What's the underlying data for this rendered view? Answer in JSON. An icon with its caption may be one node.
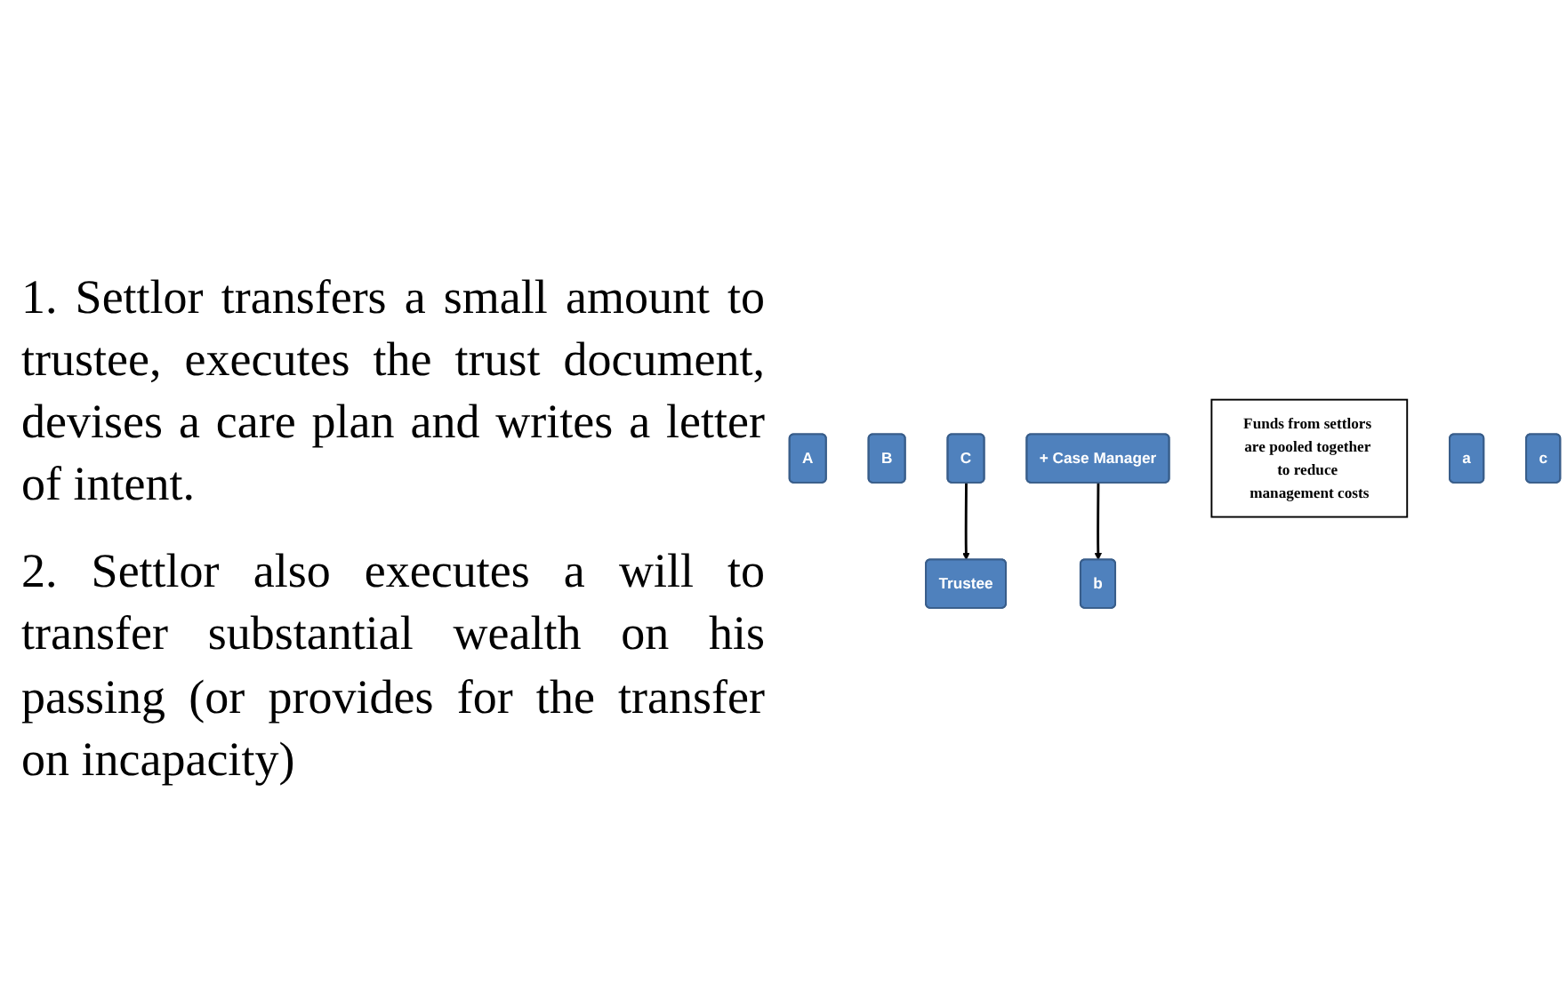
{
  "diagram": {
    "nodes": [
      {
        "text": [
          "A"
        ]
      },
      {
        "text": [
          "B"
        ]
      },
      {
        "text": [
          "C"
        ]
      },
      {
        "text": [
          "Trustee"
        ]
      },
      {
        "text": [
          "+ Case Manager"
        ]
      },
      {
        "text": [
          "Funds from settlors are pooled together to reduce management costs"
        ]
      },
      {
        "text": [
          "a"
        ]
      },
      {
        "text": [
          "b"
        ]
      },
      {
        "text": [
          "c"
        ]
      }
    ],
    "edges": [
      {
        "from": 2,
        "to": 3,
        "arrow": "to"
      },
      {
        "from": 4,
        "to": 7,
        "arrow": "to"
      }
    ],
    "labels": [
      "1. Settlor transfers a small amount to trustee, executes the trust document, devises a care plan and writes a letter of intent.",
      "2. Settlor also executes a will to transfer substantial wealth on his passing (or provides for the transfer on incapacity)"
    ]
  }
}
